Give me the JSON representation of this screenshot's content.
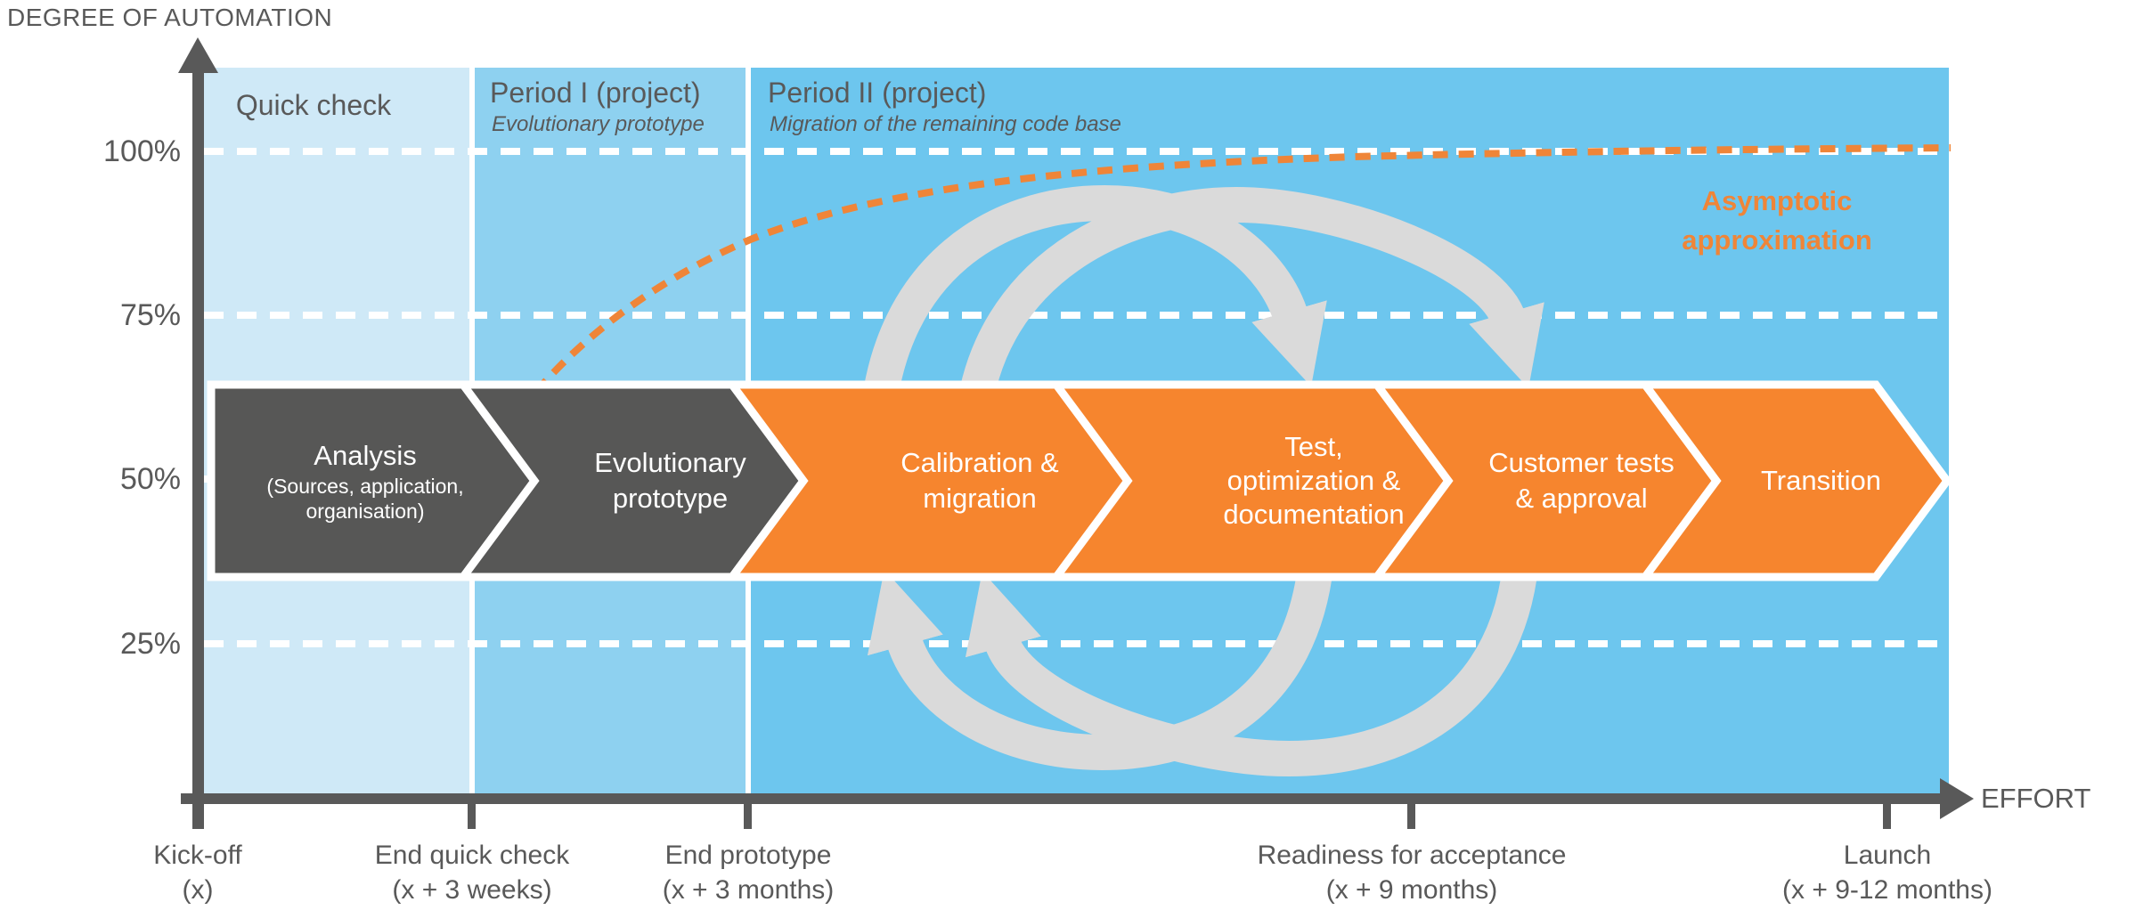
{
  "title": "DEGREE OF AUTOMATION",
  "axes": {
    "y_title": "DEGREE OF AUTOMATION",
    "x_title": "EFFORT",
    "y_ticks": [
      {
        "label": "100%"
      },
      {
        "label": "75%"
      },
      {
        "label": "50%"
      },
      {
        "label": "25%"
      }
    ],
    "x_ticks": [
      {
        "line1": "Kick-off",
        "line2": "(x)"
      },
      {
        "line1": "End quick check",
        "line2": "(x + 3 weeks)"
      },
      {
        "line1": "End prototype",
        "line2": "(x + 3 months)"
      },
      {
        "line1": "Readiness for acceptance",
        "line2": "(x + 9 months)"
      },
      {
        "line1": "Launch",
        "line2": "(x + 9-12 months)"
      }
    ]
  },
  "periods": [
    {
      "title": "Quick check"
    },
    {
      "title": "Period I (project)",
      "subtitle": "Evolutionary prototype"
    },
    {
      "title": "Period II (project)",
      "subtitle": "Migration of the remaining code base"
    }
  ],
  "phases": [
    {
      "line1": "Analysis",
      "sub1": "(Sources, application,",
      "sub2": "organisation)"
    },
    {
      "line1": "Evolutionary",
      "line2": "prototype"
    },
    {
      "line1": "Calibration &",
      "line2": "migration"
    },
    {
      "line1": "Test,",
      "line2": "optimization &",
      "line3": "documentation"
    },
    {
      "line1": "Customer tests",
      "line2": "& approval"
    },
    {
      "line1": "Transition"
    }
  ],
  "annotation": {
    "line1": "Asymptotic",
    "line2": "approximation"
  },
  "colors": {
    "axis": "#595959",
    "text": "#595959",
    "region_quick": "#cfe9f7",
    "region_period1": "#8ed1f0",
    "region_period2": "#6dc6ee",
    "phase_dark": "#575756",
    "phase_orange": "#f6852e",
    "loop_arrow": "#dadada",
    "curve_orange": "#ef8538",
    "gridline": "#ffffff"
  }
}
